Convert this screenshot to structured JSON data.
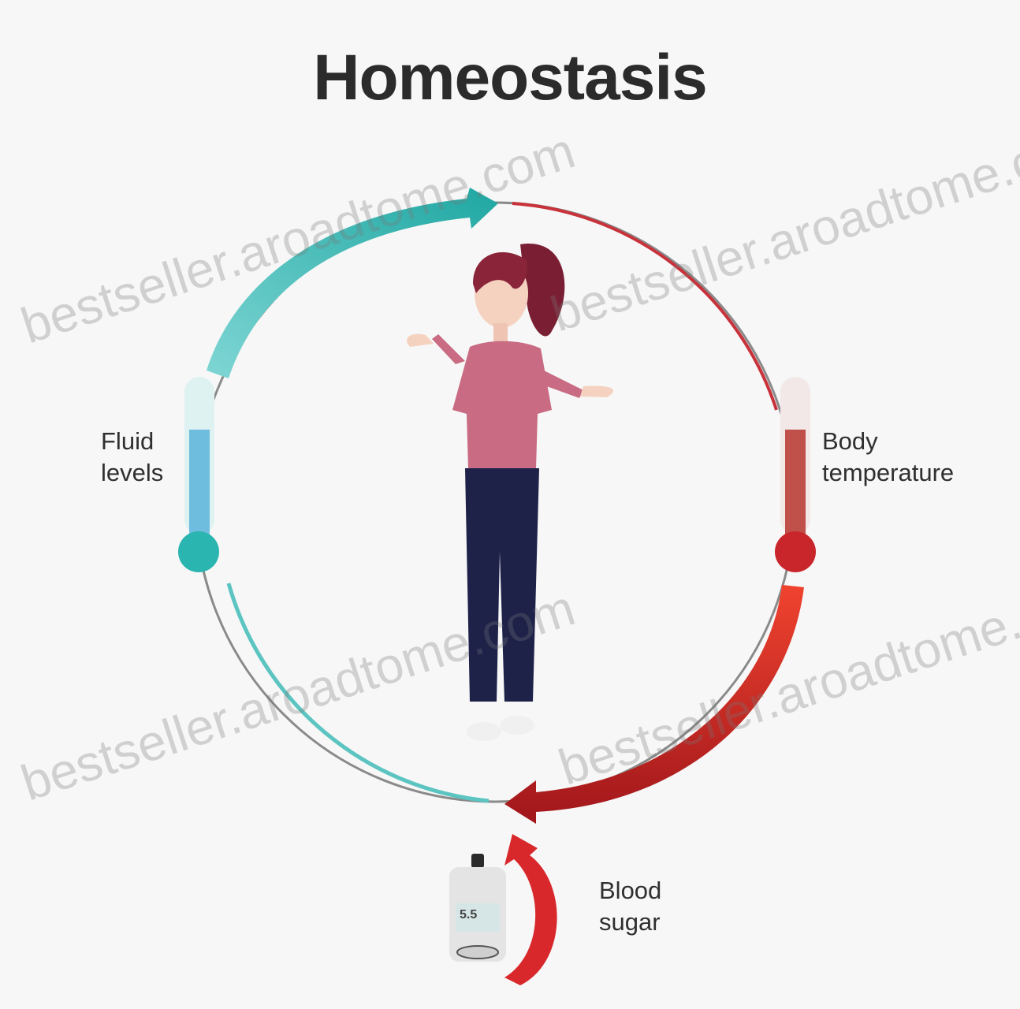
{
  "title": "Homeostasis",
  "labels": {
    "fluid_line1": "Fluid",
    "fluid_line2": "levels",
    "temp_line1": "Body",
    "temp_line2": "temperature",
    "sugar_line1": "Blood",
    "sugar_line2": "sugar"
  },
  "glucometer_reading": "5.5",
  "watermark": "bestseller.aroadtome.com",
  "colors": {
    "teal": "#2bb5b0",
    "red": "#d2232a",
    "dark_red": "#9e1a1e",
    "title": "#2b2b2b"
  }
}
